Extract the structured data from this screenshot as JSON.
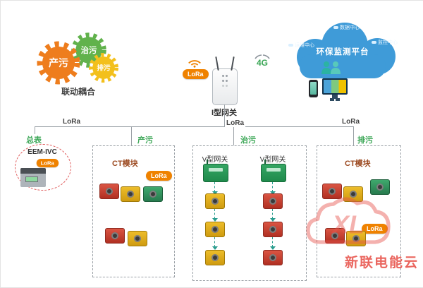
{
  "gears": {
    "produce": "产污",
    "treat": "治污",
    "discharge": "排污",
    "caption": "联动耦合"
  },
  "gateway": {
    "label": "I型网关",
    "lora_badge": "LoRa",
    "network": "4G"
  },
  "cloud": {
    "title": "环保监测平台",
    "labels": {
      "top": "数据中心",
      "left": "运维中心",
      "right": "监控中心"
    }
  },
  "bus": {
    "lora_left": "LoRa",
    "lora_center": "LoRa",
    "lora_right": "LoRa"
  },
  "meter": {
    "label": "总表",
    "model": "EEM-IVC",
    "lora_badge": "LoRa"
  },
  "groups": [
    {
      "title": "产污",
      "module_label": "CT模块",
      "lora_badge": "LoRa"
    },
    {
      "title": "治污",
      "gateway1_label": "V型网关",
      "gateway2_label": "V型网关"
    },
    {
      "title": "排污",
      "module_label": "CT模块",
      "lora_badge": "LoRa"
    }
  ],
  "watermark": {
    "text": "新联电能云",
    "logo": "XL"
  },
  "colors": {
    "accent_orange": "#ef8200",
    "accent_green": "#35a663",
    "accent_yellow": "#edbd2a",
    "module_red": "#b02f22",
    "cloud_blue": "#3f9bd8",
    "label_green": "#3aa655",
    "watermark_red": "#e8554d"
  }
}
